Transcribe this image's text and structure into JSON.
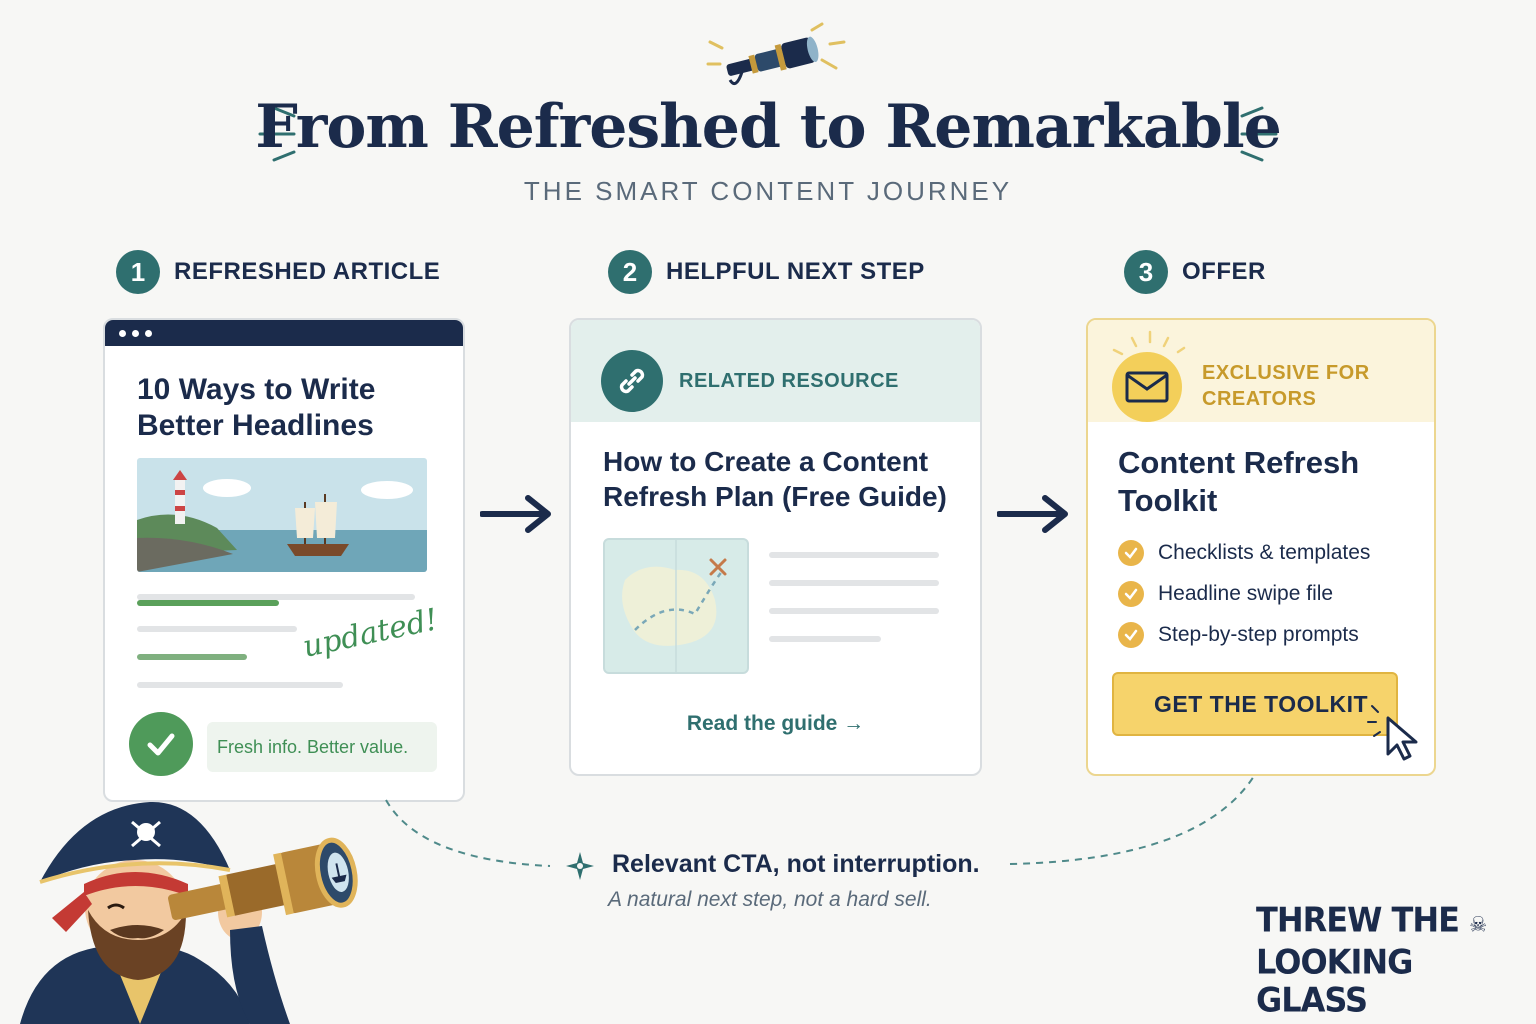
{
  "header": {
    "title": "From Refreshed to Remarkable",
    "subtitle": "THE SMART CONTENT JOURNEY"
  },
  "steps": [
    {
      "number": "1",
      "label": "REFRESHED ARTICLE"
    },
    {
      "number": "2",
      "label": "HELPFUL NEXT STEP"
    },
    {
      "number": "3",
      "label": "OFFER"
    }
  ],
  "article": {
    "title": "10 Ways to Write Better Headlines",
    "annotation": "updated!",
    "badge_text": "Fresh info. Better value."
  },
  "resource": {
    "tag": "RELATED RESOURCE",
    "title": "How to Create a Content Refresh Plan (Free Guide)",
    "link": "Read the guide →"
  },
  "offer": {
    "tag": "EXCLUSIVE FOR CREATORS",
    "title": "Content Refresh Toolkit",
    "features": [
      "Checklists & templates",
      "Headline swipe file",
      "Step-by-step prompts"
    ],
    "cta": "GET THE TOOLKIT"
  },
  "footer": {
    "tagline": "Relevant CTA, not interruption.",
    "subtext": "A natural next step, not a hard sell.",
    "brand_line1": "THREW THE",
    "brand_line2": "LOOKING GLASS"
  },
  "colors": {
    "navy": "#1b2b4b",
    "teal": "#2f6f6f",
    "green": "#4f9a5a",
    "gold": "#f6d36b"
  },
  "icons": [
    "spyglass-icon",
    "link-icon",
    "envelope-icon",
    "checkmark-icon",
    "cursor-icon",
    "compass-star-icon",
    "pirate-illustration"
  ]
}
